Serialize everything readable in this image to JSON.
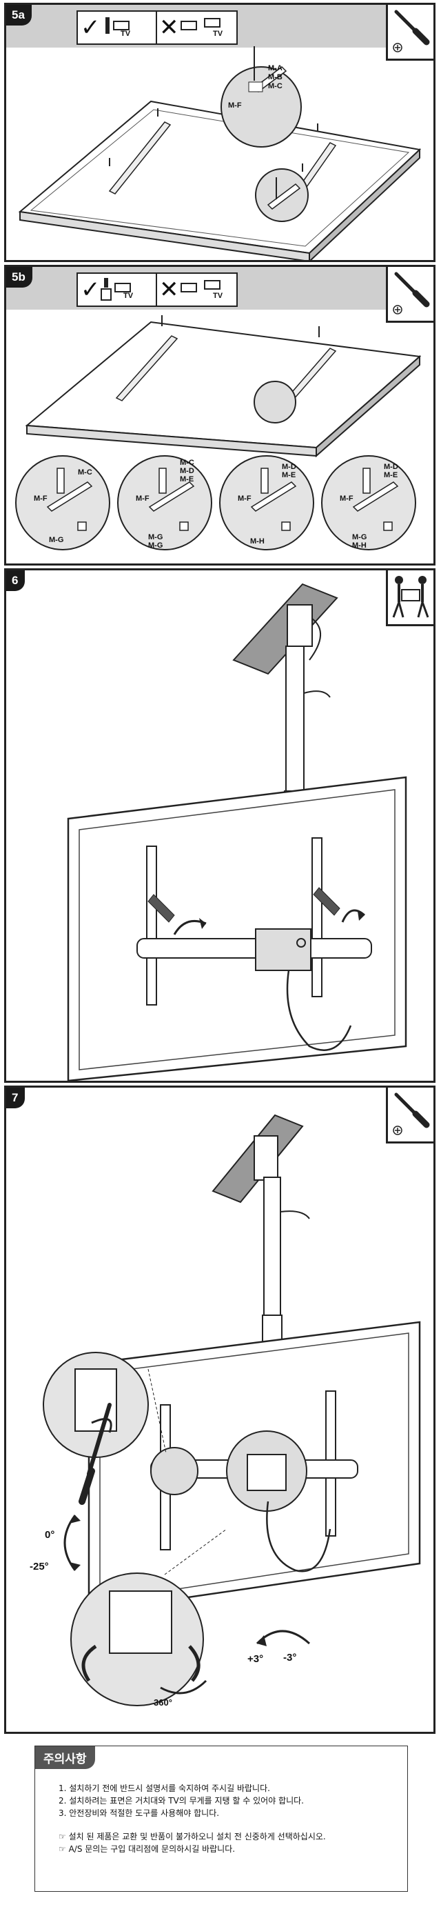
{
  "steps": {
    "s5a": {
      "num": "5a"
    },
    "s5b": {
      "num": "5b"
    },
    "s6": {
      "num": "6"
    },
    "s7": {
      "num": "7"
    }
  },
  "callouts": {
    "s5a_top": [
      "M-A",
      "M-B",
      "M-C"
    ],
    "s5a_side": "M-F",
    "s5b_c1": {
      "top": "M-C",
      "left": "M-F",
      "bottom": "M-G"
    },
    "s5b_c2": {
      "top1": "M-C",
      "top2": "M-D",
      "top3": "M-E",
      "left": "M-F",
      "bottom1": "M-G",
      "bottom2": "M-G"
    },
    "s5b_c3": {
      "top1": "M-D",
      "top2": "M-E",
      "left": "M-F",
      "bottom": "M-H"
    },
    "s5b_c4": {
      "top1": "M-D",
      "top2": "M-E",
      "left": "M-F",
      "bottom1": "M-G",
      "bottom2": "M-H"
    }
  },
  "angles": {
    "tilt_up": "0°",
    "tilt_down": "-25°",
    "swivel_plus": "+3°",
    "swivel_minus": "-3°",
    "rotate": "360°"
  },
  "tv_label": "TV",
  "notice": {
    "title": "주의사항",
    "items": [
      "1. 설치하기 전에 반드시 설명서를 숙지하여 주시길 바랍니다.",
      "2. 설치하려는 표면은 거치대와 TV의 무게를 지탱 할 수 있어야 합니다.",
      "3. 안전장비와 적절한 도구를 사용해야 합니다."
    ],
    "notes": [
      "☞ 설치 된 제품은 교환 및 반품이 불가하오니 설치 전 신중하게 선택하십시오.",
      "☞ A/S 문의는 구입 대리점에 문의하시길 바랍니다."
    ]
  },
  "colors": {
    "header_gray": "#cfcfcf",
    "border": "#222222",
    "notice_title_bg": "#555555"
  }
}
